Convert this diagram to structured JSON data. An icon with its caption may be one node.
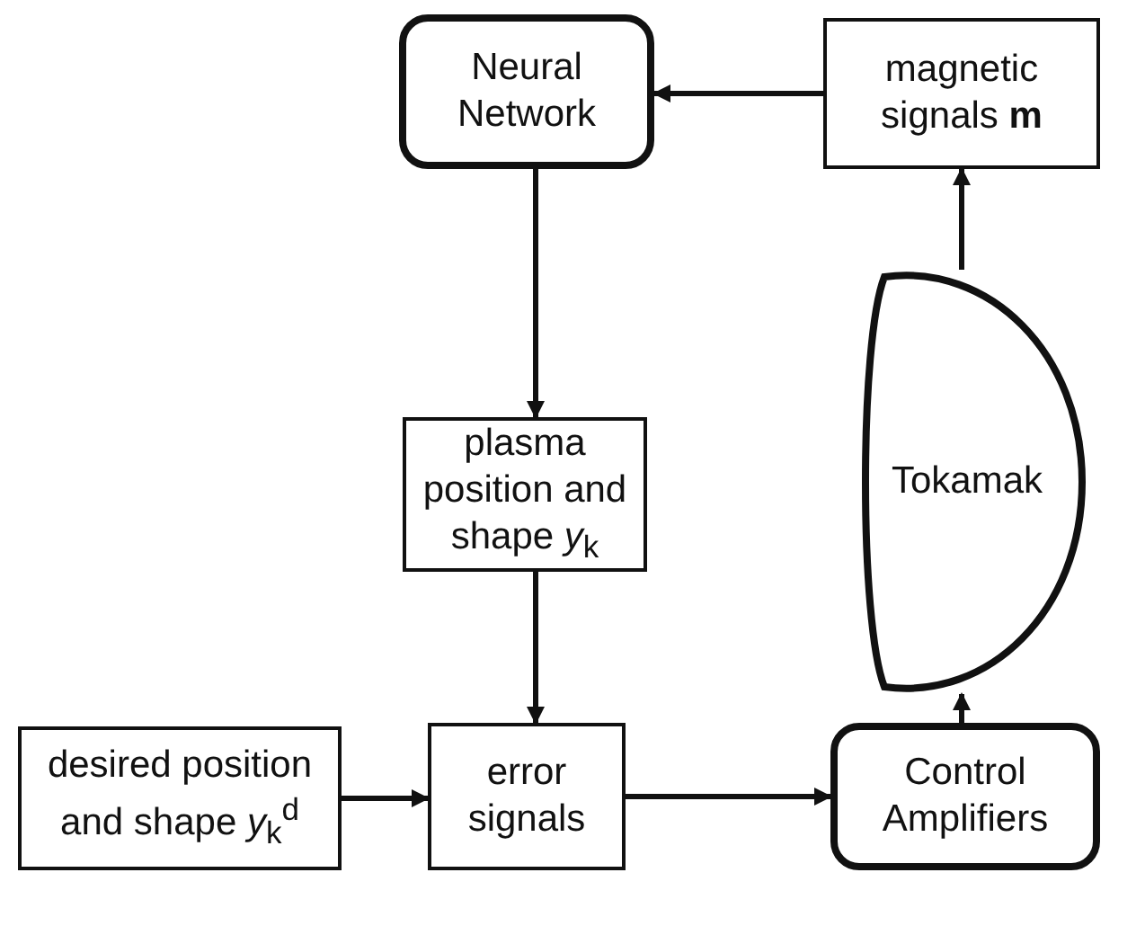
{
  "diagram": {
    "nodes": [
      {
        "text": [
          "Neural Network"
        ]
      },
      {
        "text": [
          "magnetic signals **m**"
        ]
      },
      {
        "text": [
          "plasma position and shape *y*$_{k}$"
        ]
      },
      {
        "text": [
          "Tokamak"
        ]
      },
      {
        "text": [
          "desired position and shape *y*$_{k}$$^{d}$"
        ]
      },
      {
        "text": [
          "error signals"
        ]
      },
      {
        "text": [
          "Control Amplifiers"
        ]
      }
    ],
    "edges": [
      {
        "from": 1,
        "to": 0,
        "arrow": "to"
      },
      {
        "from": 0,
        "to": 2,
        "arrow": "to"
      },
      {
        "from": 2,
        "to": 5,
        "arrow": "to"
      },
      {
        "from": 4,
        "to": 5,
        "arrow": "to"
      },
      {
        "from": 5,
        "to": 6,
        "arrow": "to"
      },
      {
        "from": 6,
        "to": 3,
        "arrow": "to"
      },
      {
        "from": 3,
        "to": 1,
        "arrow": "to"
      }
    ]
  }
}
